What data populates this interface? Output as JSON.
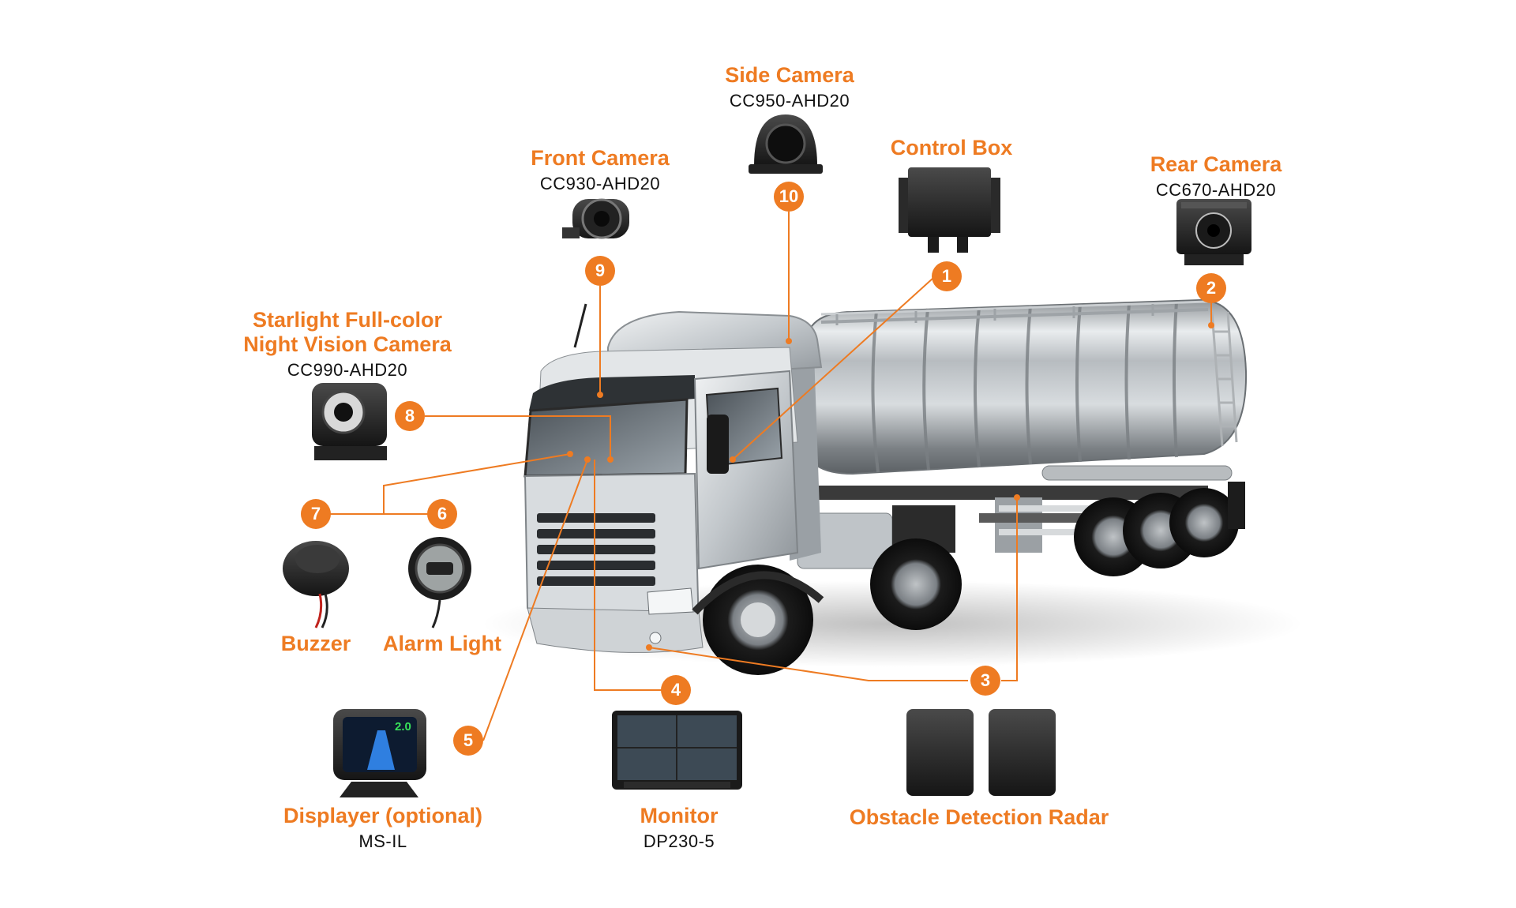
{
  "components": {
    "side_camera": {
      "title": "Side Camera",
      "model": "CC950-AHD20",
      "number": "10"
    },
    "front_camera": {
      "title": "Front Camera",
      "model": "CC930-AHD20",
      "number": "9"
    },
    "control_box": {
      "title": "Control Box",
      "number": "1"
    },
    "rear_camera": {
      "title": "Rear Camera",
      "model": "CC670-AHD20",
      "number": "2"
    },
    "night_camera": {
      "title_line1": "Starlight Full-color",
      "title_line2": "Night Vision Camera",
      "model": "CC990-AHD20",
      "number": "8"
    },
    "buzzer": {
      "title": "Buzzer",
      "number": "7"
    },
    "alarm_light": {
      "title": "Alarm Light",
      "number": "6"
    },
    "displayer": {
      "title": "Displayer (optional)",
      "model": "MS-IL",
      "number": "5",
      "screen_value": "2.0"
    },
    "monitor": {
      "title": "Monitor",
      "model": "DP230-5",
      "number": "4"
    },
    "radar": {
      "title": "Obstacle Detection Radar",
      "number": "3"
    }
  },
  "colors": {
    "accent": "#ee7b22",
    "text": "#111111",
    "line": "#ee7b22"
  }
}
